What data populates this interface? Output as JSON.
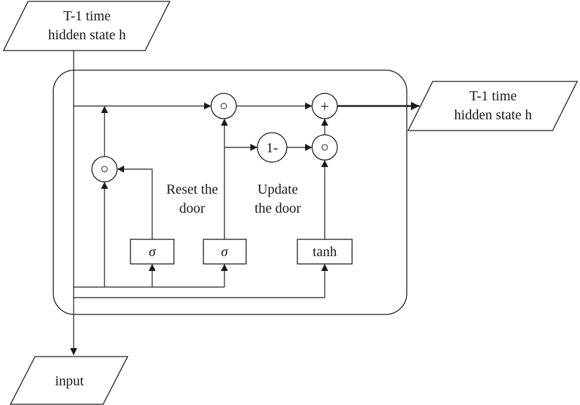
{
  "nodes": {
    "hidden_in_line1": "T-1 time",
    "hidden_in_line2": "hidden state h",
    "hidden_out_line1": "T-1 time",
    "hidden_out_line2": "hidden state h",
    "input": "input"
  },
  "gates": {
    "reset_sigma": "σ",
    "update_sigma": "σ",
    "tanh": "tanh",
    "one_minus": "1-",
    "plus": "+"
  },
  "labels": {
    "reset_line1": "Reset the",
    "reset_line2": "door",
    "update_line1": "Update",
    "update_line2": "the door"
  }
}
